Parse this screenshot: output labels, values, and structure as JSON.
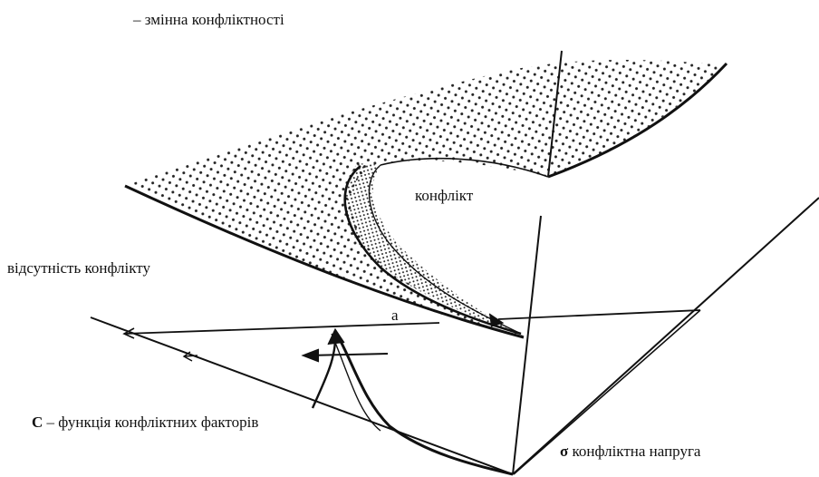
{
  "labels": {
    "z_axis": "–  змінна конфліктності",
    "conflict": "конфлікт",
    "no_conflict": "відсутність  конфлікту",
    "a": "a",
    "c_symbol": "C",
    "c_text": " – функція конфліктних факторів",
    "sigma_symbol": "σ",
    "sigma_text": " конфліктна напруга"
  },
  "colors": {
    "ink": "#111111",
    "dots": "#222222"
  }
}
